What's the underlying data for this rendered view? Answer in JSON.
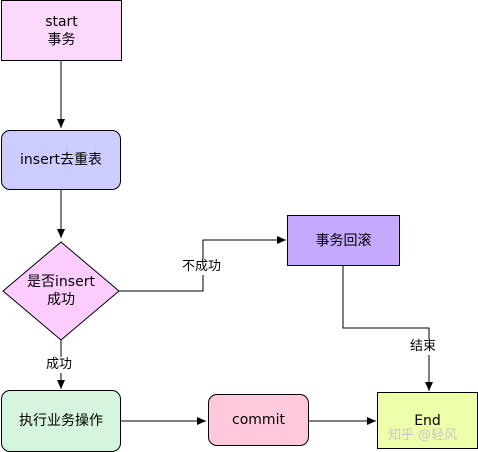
{
  "nodes": {
    "start": {
      "label": "start\n事务",
      "fill": "#FCD9FC"
    },
    "dedupe": {
      "label": "insert去重表",
      "fill": "#CCCCFF"
    },
    "decision": {
      "label": "是否insert\n成功",
      "fill": "#FCCCFF"
    },
    "rollback": {
      "label": "事务回滚",
      "fill": "#C6A8FF"
    },
    "execute": {
      "label": "执行业务操作",
      "fill": "#D6F5DE"
    },
    "commit": {
      "label": "commit",
      "fill": "#FFC9DD"
    },
    "end": {
      "label": "End",
      "fill": "#EEFFAA"
    }
  },
  "edges": {
    "fail_label": "不成功",
    "success_label": "成功",
    "finish_label": "结束"
  },
  "watermark": "知乎 @轻风"
}
